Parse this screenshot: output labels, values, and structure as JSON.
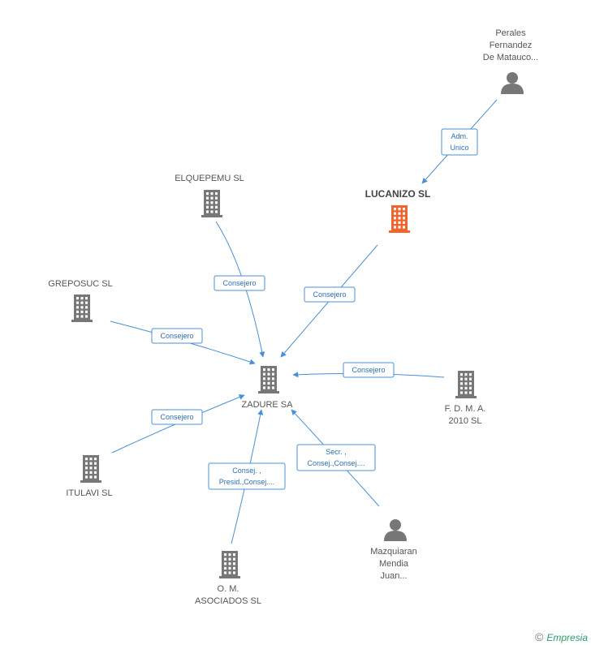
{
  "colors": {
    "building": "#777777",
    "highlight": "#f0652e",
    "edge": "#4a8fd6",
    "person": "#777777"
  },
  "nodes": [
    {
      "id": "zadure",
      "type": "company",
      "label": [
        "ZADURE SA"
      ]
    },
    {
      "id": "lucanizo",
      "type": "company",
      "label": [
        "LUCANIZO SL"
      ],
      "highlight": true
    },
    {
      "id": "perales",
      "type": "person",
      "label": [
        "Perales",
        "Fernandez",
        "De Matauco..."
      ]
    },
    {
      "id": "elquepemu",
      "type": "company",
      "label": [
        "ELQUEPEMU SL"
      ]
    },
    {
      "id": "greposuc",
      "type": "company",
      "label": [
        "GREPOSUC SL"
      ]
    },
    {
      "id": "fdma",
      "type": "company",
      "label": [
        "F.  D. M. A.",
        "2010 SL"
      ]
    },
    {
      "id": "itulavi",
      "type": "company",
      "label": [
        "ITULAVI SL"
      ]
    },
    {
      "id": "om",
      "type": "company",
      "label": [
        "O. M.",
        "ASOCIADOS  SL"
      ]
    },
    {
      "id": "mazquiaran",
      "type": "person",
      "label": [
        "Mazquiaran",
        "Mendia",
        "Juan..."
      ]
    }
  ],
  "edges": [
    {
      "from": "perales",
      "to": "lucanizo",
      "label": [
        "Adm.",
        "Unico"
      ]
    },
    {
      "from": "elquepemu",
      "to": "zadure",
      "label": [
        "Consejero"
      ]
    },
    {
      "from": "lucanizo",
      "to": "zadure",
      "label": [
        "Consejero"
      ]
    },
    {
      "from": "greposuc",
      "to": "zadure",
      "label": [
        "Consejero"
      ]
    },
    {
      "from": "fdma",
      "to": "zadure",
      "label": [
        "Consejero"
      ]
    },
    {
      "from": "itulavi",
      "to": "zadure",
      "label": [
        "Consejero"
      ]
    },
    {
      "from": "om",
      "to": "zadure",
      "label": [
        "Consej. ,",
        "Presid.,Consej...."
      ]
    },
    {
      "from": "mazquiaran",
      "to": "zadure",
      "label": [
        "Secr. ,",
        "Consej.,Consej...."
      ]
    }
  ],
  "footer": {
    "copyright": "©",
    "brand": "Empresia"
  }
}
